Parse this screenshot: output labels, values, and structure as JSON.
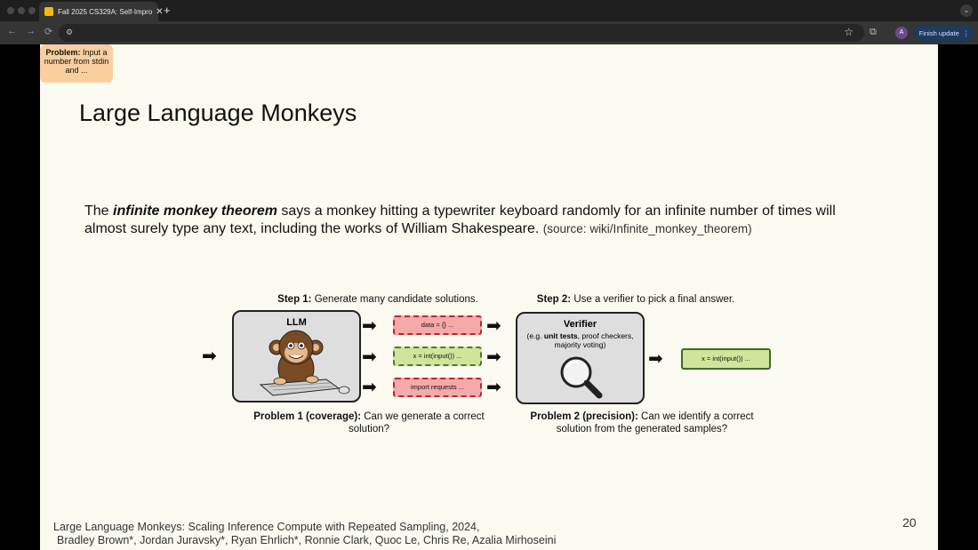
{
  "browser": {
    "tab_title": "Fall 2025 CS329A: Self-Impro",
    "tab_close": "✕",
    "new_tab": "+",
    "finish_update": "Finish update",
    "avatar_initial": "A"
  },
  "slide": {
    "title": "Large Language Monkeys",
    "intro": {
      "pre": "The ",
      "emphasis": "infinite monkey theorem",
      "post": " says a monkey hitting a typewriter keyboard randomly for an infinite number of times will almost surely type any text, including the works of William Shakespeare.",
      "source": "(source: wiki/Infinite_monkey_theorem)"
    },
    "diagram": {
      "step1_bold": "Step 1:",
      "step1_text": " Generate many candidate solutions.",
      "step2_bold": "Step 2:",
      "step2_text": " Use a verifier to pick a final answer.",
      "problem_bold": "Problem:",
      "problem_text": " Input a number from stdin and ...",
      "llm_label": "LLM",
      "candidates": [
        "data = {} ...",
        "x = int(input()) ...",
        "import requests ..."
      ],
      "verifier_title": "Verifier",
      "verifier_sub_pre": "(e.g. ",
      "verifier_sub_bold": "unit tests",
      "verifier_sub_post": ", proof checkers, majority voting)",
      "final_answer": "x = int(input()) ...",
      "problem1_bold": "Problem 1 (coverage):",
      "problem1_text": " Can we generate a correct solution?",
      "problem2_bold": "Problem 2 (precision):",
      "problem2_text": " Can we identify a correct solution from the generated samples?"
    },
    "page_number": "20",
    "citation_line1": "Large Language Monkeys: Scaling Inference Compute with Repeated Sampling, 2024,",
    "citation_line2": "Bradley Brown*, Jordan Juravsky*, Ryan Ehrlich*, Ronnie Clark, Quoc Le, Chris Re, Azalia Mirhoseini"
  },
  "colors": {
    "problem_box": "#f9cfa0",
    "incorrect_candidate": "#f6a9a9",
    "correct_candidate": "#cfe59b",
    "slide_background": "#fbfaf1"
  }
}
